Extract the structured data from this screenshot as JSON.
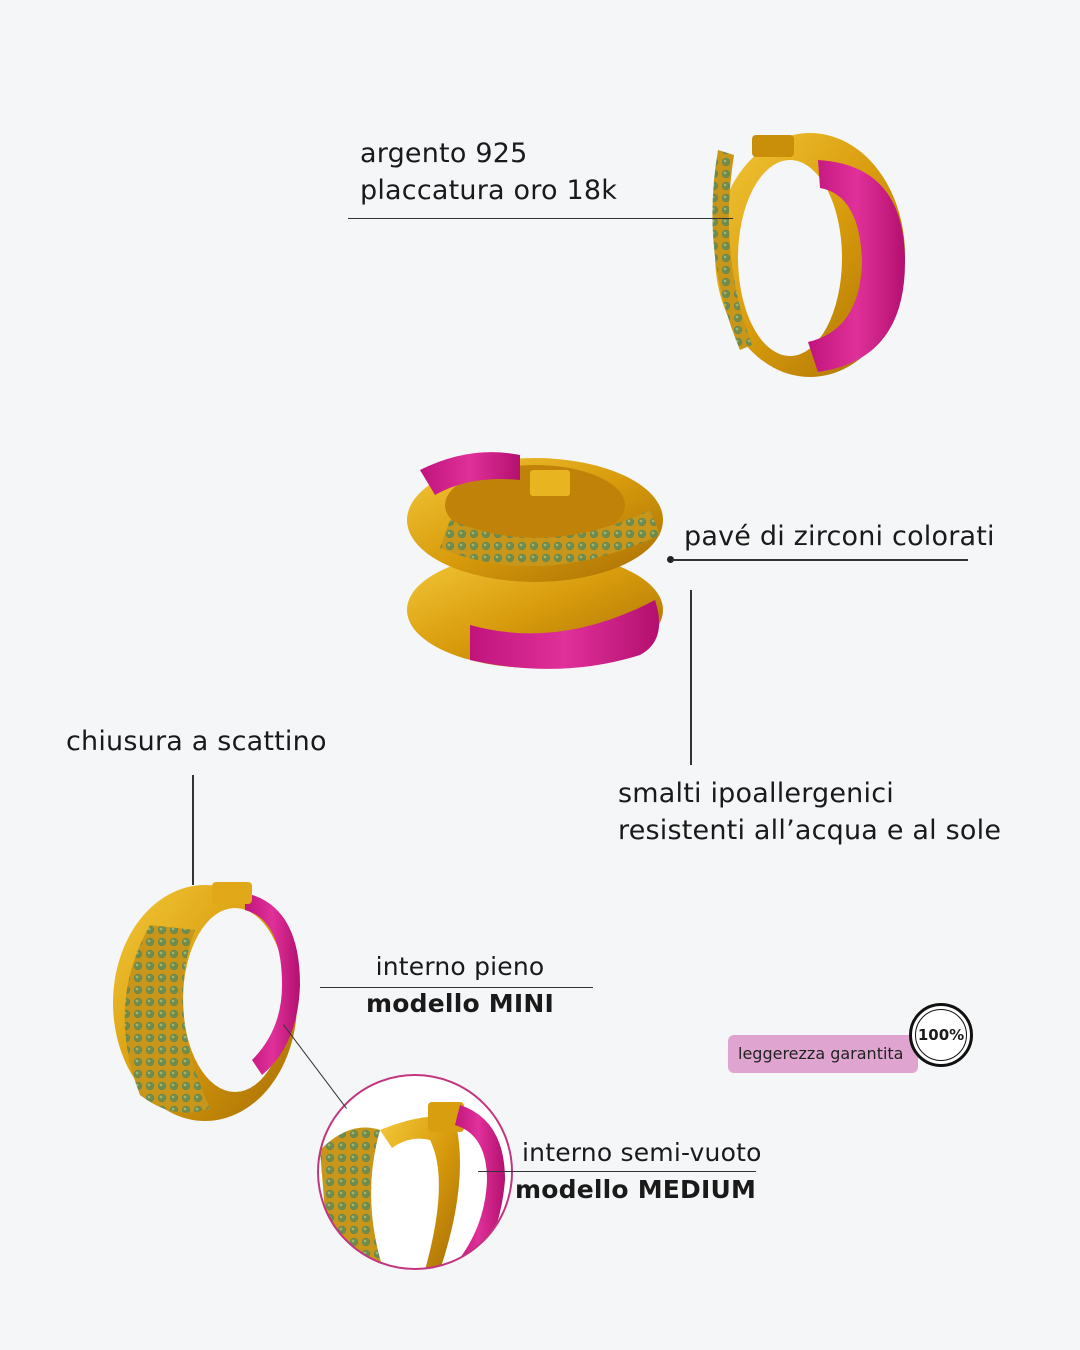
{
  "labels": {
    "material": [
      "argento 925",
      "placcatura oro 18k"
    ],
    "pave": "pavé di zirconi colorati",
    "enamel": [
      "smalti ipoallergenici",
      "resistenti all’acqua e al sole"
    ],
    "closure": "chiusura a scattino",
    "mini": {
      "line1": "interno pieno",
      "line2": "modello MINI"
    },
    "medium": {
      "line1": "interno semi-vuoto",
      "line2": "modello MEDIUM"
    }
  },
  "badge": {
    "percent": "100%",
    "text": "leggerezza garantita"
  },
  "colors": {
    "gold": "#e0a512",
    "gold_dark": "#b57a06",
    "pink": "#d41c8b",
    "green_stone": "#6f8a4a",
    "badge_pill": "#dfa5d0",
    "circle_border": "#c2357f"
  },
  "icons": [
    "gold-hoop-earring",
    "stacked-hoop-earrings",
    "pave-hoop-earring",
    "zoom-detail-circle"
  ]
}
